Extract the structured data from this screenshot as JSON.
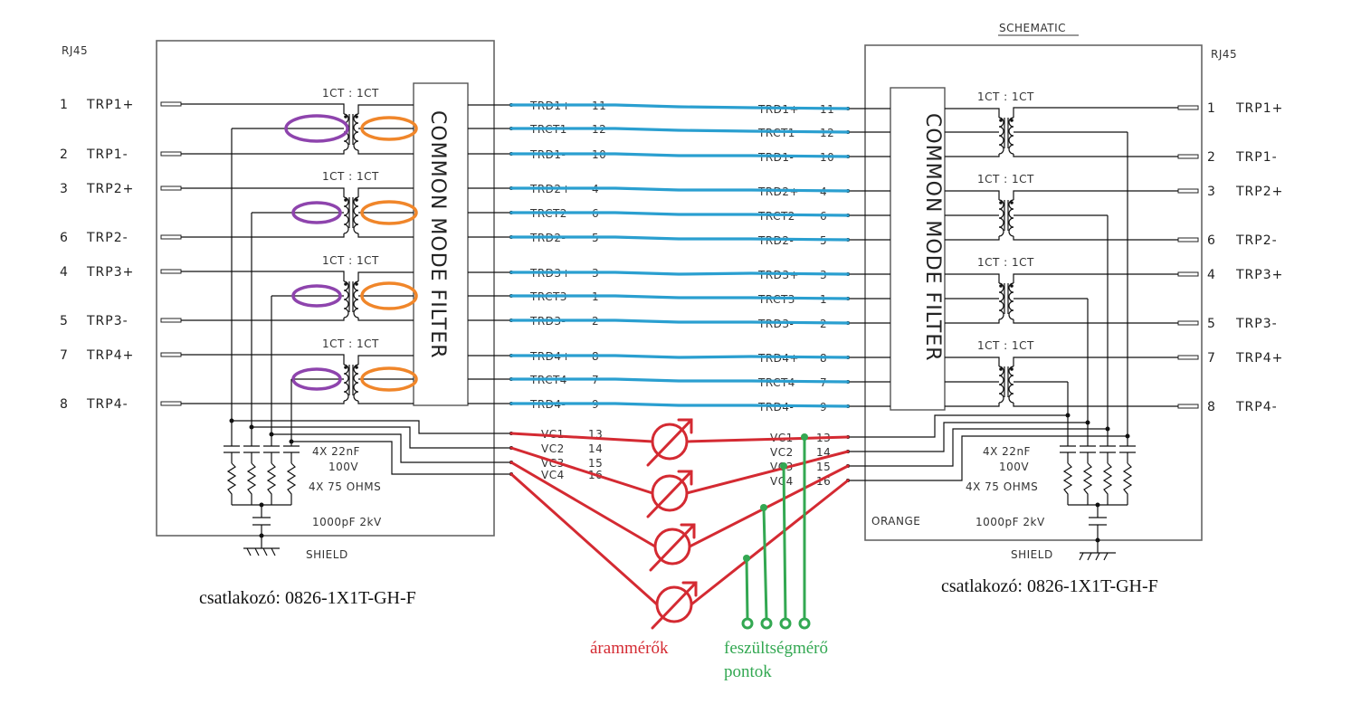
{
  "title": "SCHEMATIC",
  "connector_label": "RJ45",
  "colors": {
    "blue_wire": "#2a9fd0",
    "red_meter": "#d42a32",
    "green_points": "#33a852",
    "purple_marker": "#8e44ad",
    "orange_marker": "#f0862a"
  },
  "rj45_pins": [
    {
      "num": "1",
      "name": "TRP1+"
    },
    {
      "num": "2",
      "name": "TRP1-"
    },
    {
      "num": "3",
      "name": "TRP2+"
    },
    {
      "num": "6",
      "name": "TRP2-"
    },
    {
      "num": "4",
      "name": "TRP3+"
    },
    {
      "num": "5",
      "name": "TRP3-"
    },
    {
      "num": "7",
      "name": "TRP4+"
    },
    {
      "num": "8",
      "name": "TRP4-"
    }
  ],
  "transformer_ratio": "1CT : 1CT",
  "common_mode_filter": "COMMON MODE FILTER",
  "trd_signals": [
    {
      "name": "TRD1+",
      "pin": "11"
    },
    {
      "name": "TRCT1",
      "pin": "12"
    },
    {
      "name": "TRD1-",
      "pin": "10"
    },
    {
      "name": "TRD2+",
      "pin": "4"
    },
    {
      "name": "TRCT2",
      "pin": "6"
    },
    {
      "name": "TRD2-",
      "pin": "5"
    },
    {
      "name": "TRD3+",
      "pin": "3"
    },
    {
      "name": "TRCT3",
      "pin": "1"
    },
    {
      "name": "TRD3-",
      "pin": "2"
    },
    {
      "name": "TRD4+",
      "pin": "8"
    },
    {
      "name": "TRCT4",
      "pin": "7"
    },
    {
      "name": "TRD4-",
      "pin": "9"
    }
  ],
  "vc_signals": [
    {
      "name": "VC1",
      "pin": "13"
    },
    {
      "name": "VC2",
      "pin": "14"
    },
    {
      "name": "VC3",
      "pin": "15"
    },
    {
      "name": "VC4",
      "pin": "16"
    }
  ],
  "components": {
    "capacitors": "4X 22nF",
    "cap_voltage": "100V",
    "resistors": "4X 75 OHMS",
    "shield_cap": "1000pF 2kV",
    "shield": "SHIELD",
    "color_note": "ORANGE"
  },
  "left_connector": {
    "caption": "csatlakozó: 0826-1X1T-GH-F"
  },
  "right_connector": {
    "caption": "csatlakozó: 0826-1X1T-GH-F"
  },
  "annotations": {
    "ammeters": "árammérők",
    "voltage_points_line1": "feszültségmérő",
    "voltage_points_line2": "pontok"
  }
}
